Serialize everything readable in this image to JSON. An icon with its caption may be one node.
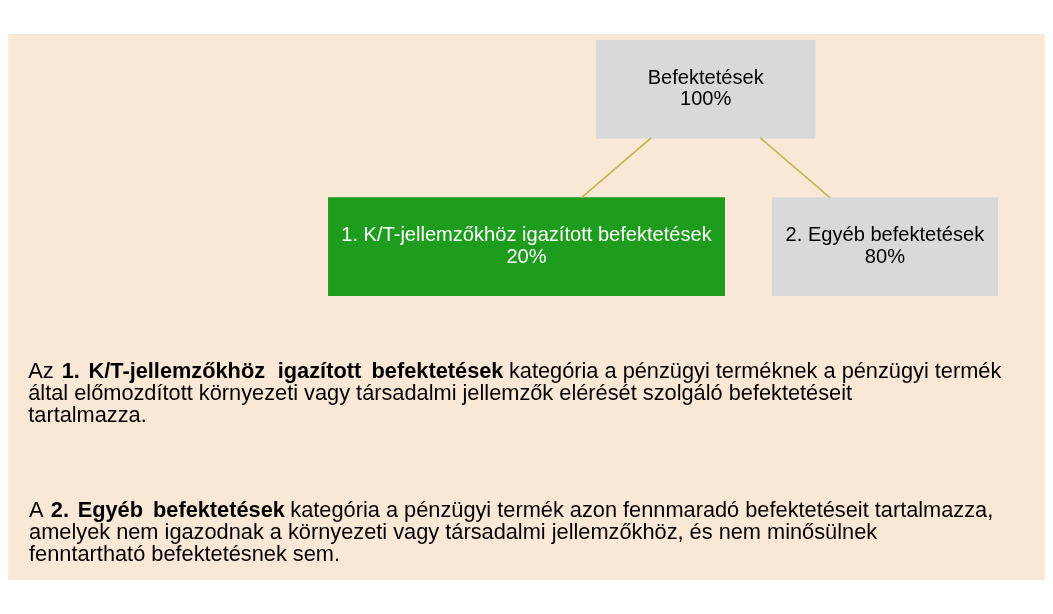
{
  "diagram": {
    "nodes": [
      {
        "text": [
          "Befektetések",
          "100%"
        ]
      },
      {
        "text": [
          "1. K/T-jellemzőkhöz igazított befektetések",
          "20%"
        ]
      },
      {
        "text": [
          "2. Egyéb befektetések",
          "80%"
        ]
      }
    ],
    "edges": [
      {
        "from": 0,
        "to": 1,
        "arrow": "none",
        "color": "#c9b458"
      },
      {
        "from": 0,
        "to": 2,
        "arrow": "none",
        "color": "#c9b458"
      }
    ],
    "labels": [
      "Az **1. K/T-jellemzőkhöz igazított befektetések** kategória a pénzügyi terméknek a pénzügyi termék által előmozdított környezeti vagy társadalmi jellemzők elérését szolgáló befektetéseit tartalmazza.",
      "A **2. Egyéb befektetések** kategória a pénzügyi termék azon fennmaradó befektetéseit tartalmazza, amelyek nem igazodnak a környezeti vagy társadalmi jellemzőkhöz, és nem minősülnek fenntartható befektetésnek sem."
    ]
  }
}
